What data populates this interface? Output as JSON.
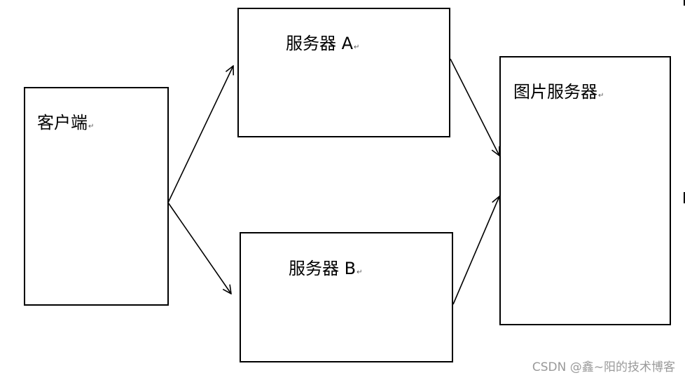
{
  "nodes": {
    "client": "客户端",
    "server_a": "服务器 A",
    "server_b": "服务器 B",
    "image_server": "图片服务器"
  },
  "paragraph_mark": "↵",
  "watermark": "CSDN @鑫~阳的技术博客",
  "colors": {
    "stroke": "#000000",
    "watermark": "#9a9a9a"
  }
}
